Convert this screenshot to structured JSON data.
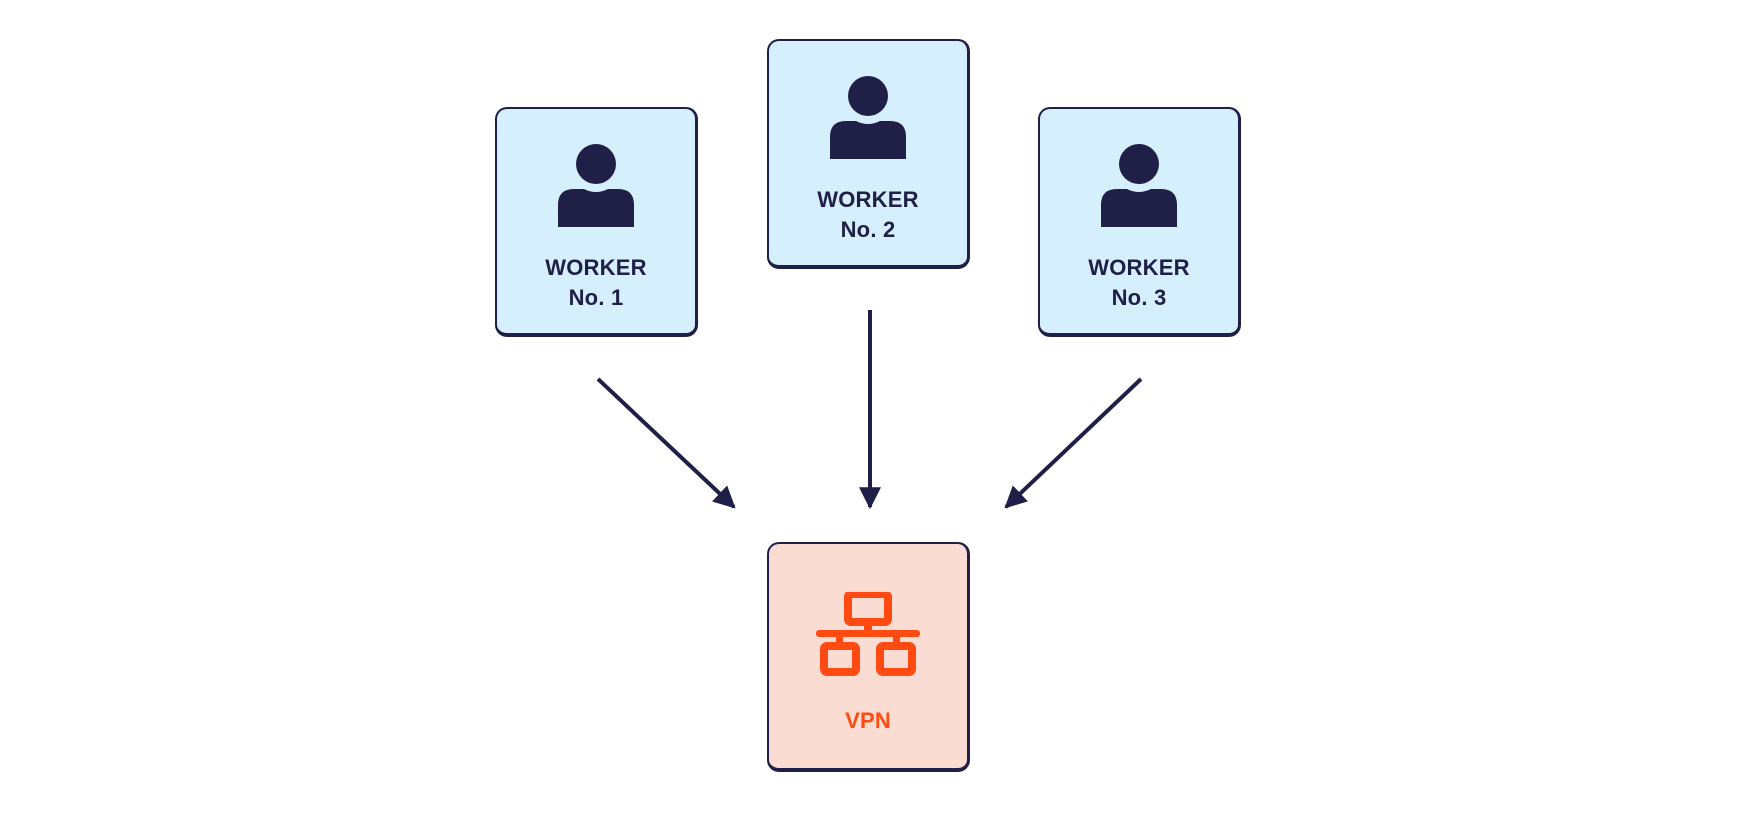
{
  "diagram": {
    "workers": [
      {
        "title": "WORKER",
        "number": "No. 1",
        "icon": "person-icon"
      },
      {
        "title": "WORKER",
        "number": "No. 2",
        "icon": "person-icon"
      },
      {
        "title": "WORKER",
        "number": "No. 3",
        "icon": "person-icon"
      }
    ],
    "target": {
      "label": "VPN",
      "icon": "network-icon"
    },
    "connections": [
      {
        "from": "WORKER No. 1",
        "to": "VPN"
      },
      {
        "from": "WORKER No. 2",
        "to": "VPN"
      },
      {
        "from": "WORKER No. 3",
        "to": "VPN"
      }
    ],
    "colors": {
      "ink": "#1f1f47",
      "worker_fill": "#d6effd",
      "vpn_fill": "#fadcd3",
      "vpn_accent": "#ff4a12"
    }
  }
}
